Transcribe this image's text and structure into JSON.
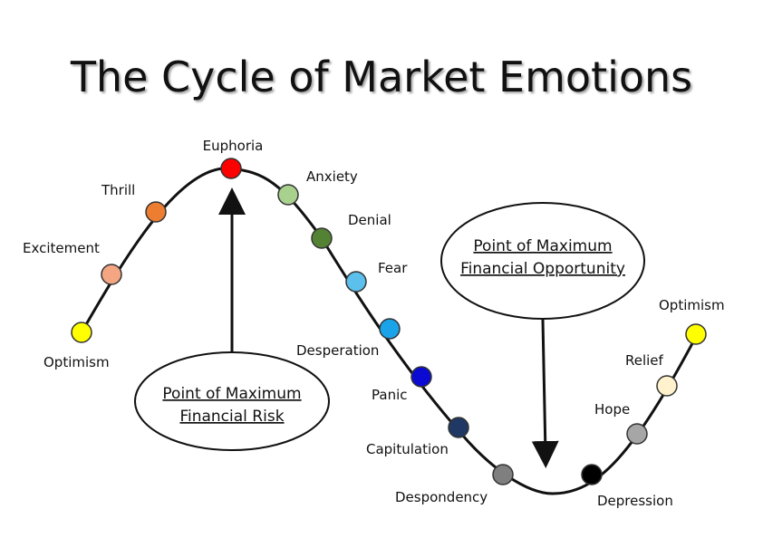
{
  "title": "The Cycle of Market Emotions",
  "stages": [
    {
      "label": "Optimism",
      "color": "#ffff00"
    },
    {
      "label": "Excitement",
      "color": "#f4a582"
    },
    {
      "label": "Thrill",
      "color": "#ed7d31"
    },
    {
      "label": "Euphoria",
      "color": "#ff0000"
    },
    {
      "label": "Anxiety",
      "color": "#a9d18e"
    },
    {
      "label": "Denial",
      "color": "#548235"
    },
    {
      "label": "Fear",
      "color": "#5bc0eb"
    },
    {
      "label": "Desperation",
      "color": "#1aa3e8"
    },
    {
      "label": "Panic",
      "color": "#0a0ad2"
    },
    {
      "label": "Capitulation",
      "color": "#1f3864"
    },
    {
      "label": "Despondency",
      "color": "#7f7f7f"
    },
    {
      "label": "Depression",
      "color": "#000000"
    },
    {
      "label": "Hope",
      "color": "#a6a6a6"
    },
    {
      "label": "Relief",
      "color": "#fff2cc"
    },
    {
      "label": "Optimism",
      "color": "#ffff00"
    }
  ],
  "callouts": {
    "risk": {
      "line1": "Point of Maximum",
      "line2": "Financial Risk"
    },
    "opportunity": {
      "line1": "Point of Maximum",
      "line2": "Financial Opportunity"
    }
  }
}
